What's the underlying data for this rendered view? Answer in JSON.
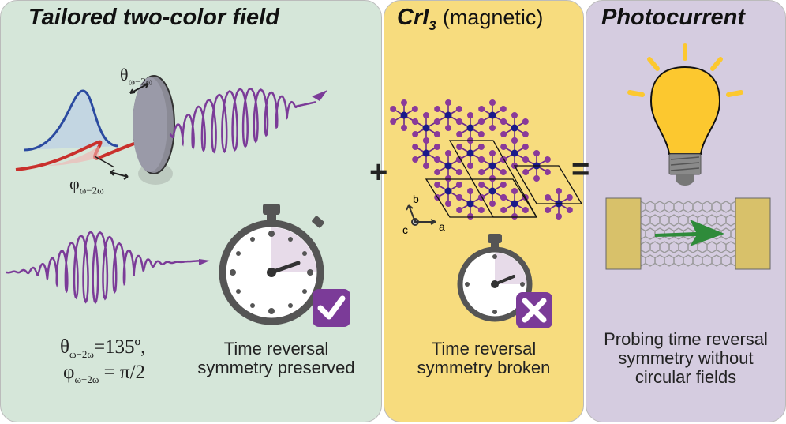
{
  "panels": {
    "field": {
      "title": "Tailored two-color field",
      "theta_label": "θ",
      "phi_label": "φ",
      "sub": "ω−2ω",
      "eq_theta_value": "=135º,",
      "eq_phi_value": "= π/2",
      "caption_line1": "Time reversal",
      "caption_line2": "symmetry preserved",
      "badge": "check"
    },
    "material": {
      "title_main": "CrI",
      "title_sub": "3",
      "title_paren": "(magnetic)",
      "axis_a": "a",
      "axis_b": "b",
      "axis_c": "c",
      "caption_line1": "Time reversal",
      "caption_line2": "symmetry broken",
      "badge": "cross"
    },
    "result": {
      "title": "Photocurrent",
      "caption_line1": "Probing time reversal",
      "caption_line2": "symmetry without",
      "caption_line3": "circular fields"
    }
  },
  "operators": {
    "plus": "+",
    "equals": "="
  },
  "colors": {
    "green_panel": "#d5e6d9",
    "yellow_panel": "#f7dc7e",
    "purple_panel": "#d5cce0",
    "accent_purple": "#7b3b98",
    "arrow_green": "#2e8b3a",
    "bulb": "#fcc82f"
  }
}
